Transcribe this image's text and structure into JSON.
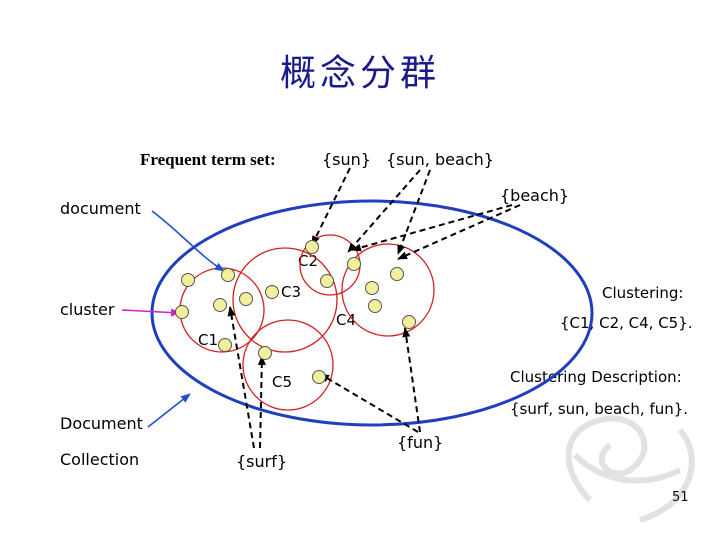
{
  "title": "概念分群",
  "frequent_term_set_label": "Frequent term set:",
  "terms": {
    "sun": "{sun}",
    "sun_beach": "{sun, beach}",
    "beach": "{beach}",
    "surf": "{surf}",
    "fun": "{fun}"
  },
  "labels": {
    "document": "document",
    "cluster": "cluster",
    "document_collection_line1": "Document",
    "document_collection_line2": "Collection"
  },
  "clusters": {
    "c1": "C1",
    "c2": "C2",
    "c3": "C3",
    "c4": "C4",
    "c5": "C5"
  },
  "clustering": {
    "heading": "Clustering:",
    "value": "{C1, C2, C4, C5}."
  },
  "clustering_description": {
    "heading": "Clustering Description:",
    "value": "{surf, sun, beach, fun}."
  },
  "page_number": "51",
  "colors": {
    "title": "#1a1a8c",
    "collection_ellipse": "#1f3fbf",
    "cluster_circles": "#d42020",
    "document_dot": "#f2ef9c",
    "cluster_arrow": "#d020d0",
    "doc_arrow": "#1f4fd0"
  }
}
